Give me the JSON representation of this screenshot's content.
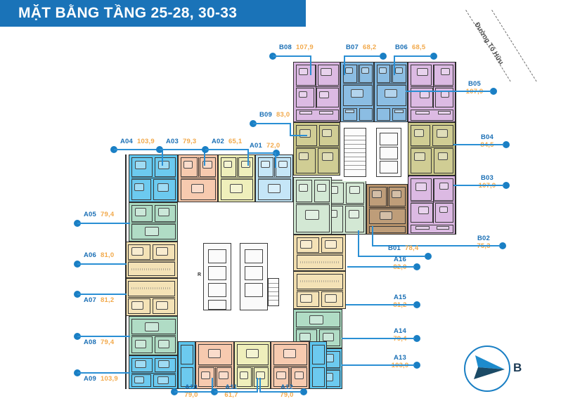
{
  "header": {
    "title": "MẶT BẰNG TẦNG 25-28, 30-33",
    "bar_color": "#1a73b8",
    "text_color": "#ffffff"
  },
  "theme": {
    "label_code_color": "#1a6fb5",
    "label_area_color": "#f2a94b",
    "leader_color": "#2a8fd4",
    "dot_color": "#1a7fc4"
  },
  "street": {
    "name": "Đường Tố Hữu"
  },
  "compass": {
    "letter": "B",
    "arrow_fill_light": "#1e8bcc",
    "arrow_fill_dark": "#1b4a66",
    "ring_color": "#1a7fc4"
  },
  "core_labels": {
    "left_core": "R",
    "right_core": "R"
  },
  "units": [
    {
      "code": "A01",
      "area": "72,0",
      "side": "top",
      "color": "#bfe4f7"
    },
    {
      "code": "A02",
      "area": "65,1",
      "side": "top",
      "color": "#eeeeb4"
    },
    {
      "code": "A03",
      "area": "79,3",
      "side": "top",
      "color": "#f6c5a6"
    },
    {
      "code": "A04",
      "area": "103,9",
      "side": "top",
      "color": "#5cc5ee"
    },
    {
      "code": "A05",
      "area": "79,4",
      "side": "left",
      "color": "#a8d9bf"
    },
    {
      "code": "A06",
      "area": "81,0",
      "side": "left",
      "color": "#f3dfae"
    },
    {
      "code": "A07",
      "area": "81,2",
      "side": "left",
      "color": "#f3dfae"
    },
    {
      "code": "A08",
      "area": "79,4",
      "side": "left",
      "color": "#a8d9bf"
    },
    {
      "code": "A09",
      "area": "103,9",
      "side": "left",
      "color": "#5cc5ee"
    },
    {
      "code": "A10",
      "area": "79,0",
      "side": "bottom",
      "color": "#f6c5a6"
    },
    {
      "code": "A11",
      "area": "61,7",
      "side": "bottom",
      "color": "#eeeeb4"
    },
    {
      "code": "A12",
      "area": "79,0",
      "side": "bottom",
      "color": "#f6c5a6"
    },
    {
      "code": "A13",
      "area": "103,9",
      "side": "right",
      "color": "#5cc5ee"
    },
    {
      "code": "A14",
      "area": "79,4",
      "side": "right",
      "color": "#a8d9bf"
    },
    {
      "code": "A15",
      "area": "81,2",
      "side": "right",
      "color": "#f3dfae"
    },
    {
      "code": "A16",
      "area": "82,0",
      "side": "right",
      "color": "#f3dfae"
    },
    {
      "code": "B01",
      "area": "78,4",
      "side": "right",
      "color": "#b7926a"
    },
    {
      "code": "B02",
      "area": "75,3",
      "side": "right",
      "color": "#d9b3e0"
    },
    {
      "code": "B03",
      "area": "107,9",
      "side": "right",
      "color": "#d9b3e0"
    },
    {
      "code": "B04",
      "area": "84,5",
      "side": "right",
      "color": "#cbc888"
    },
    {
      "code": "B05",
      "area": "107,9",
      "side": "right",
      "color": "#d9b3e0"
    },
    {
      "code": "B06",
      "area": "68,5",
      "side": "top",
      "color": "#7eb6e0"
    },
    {
      "code": "B07",
      "area": "68,2",
      "side": "top",
      "color": "#7eb6e0"
    },
    {
      "code": "B08",
      "area": "107,9",
      "side": "top",
      "color": "#d9b3e0"
    },
    {
      "code": "B09",
      "area": "83,0",
      "side": "left",
      "color": "#cbc888"
    }
  ]
}
